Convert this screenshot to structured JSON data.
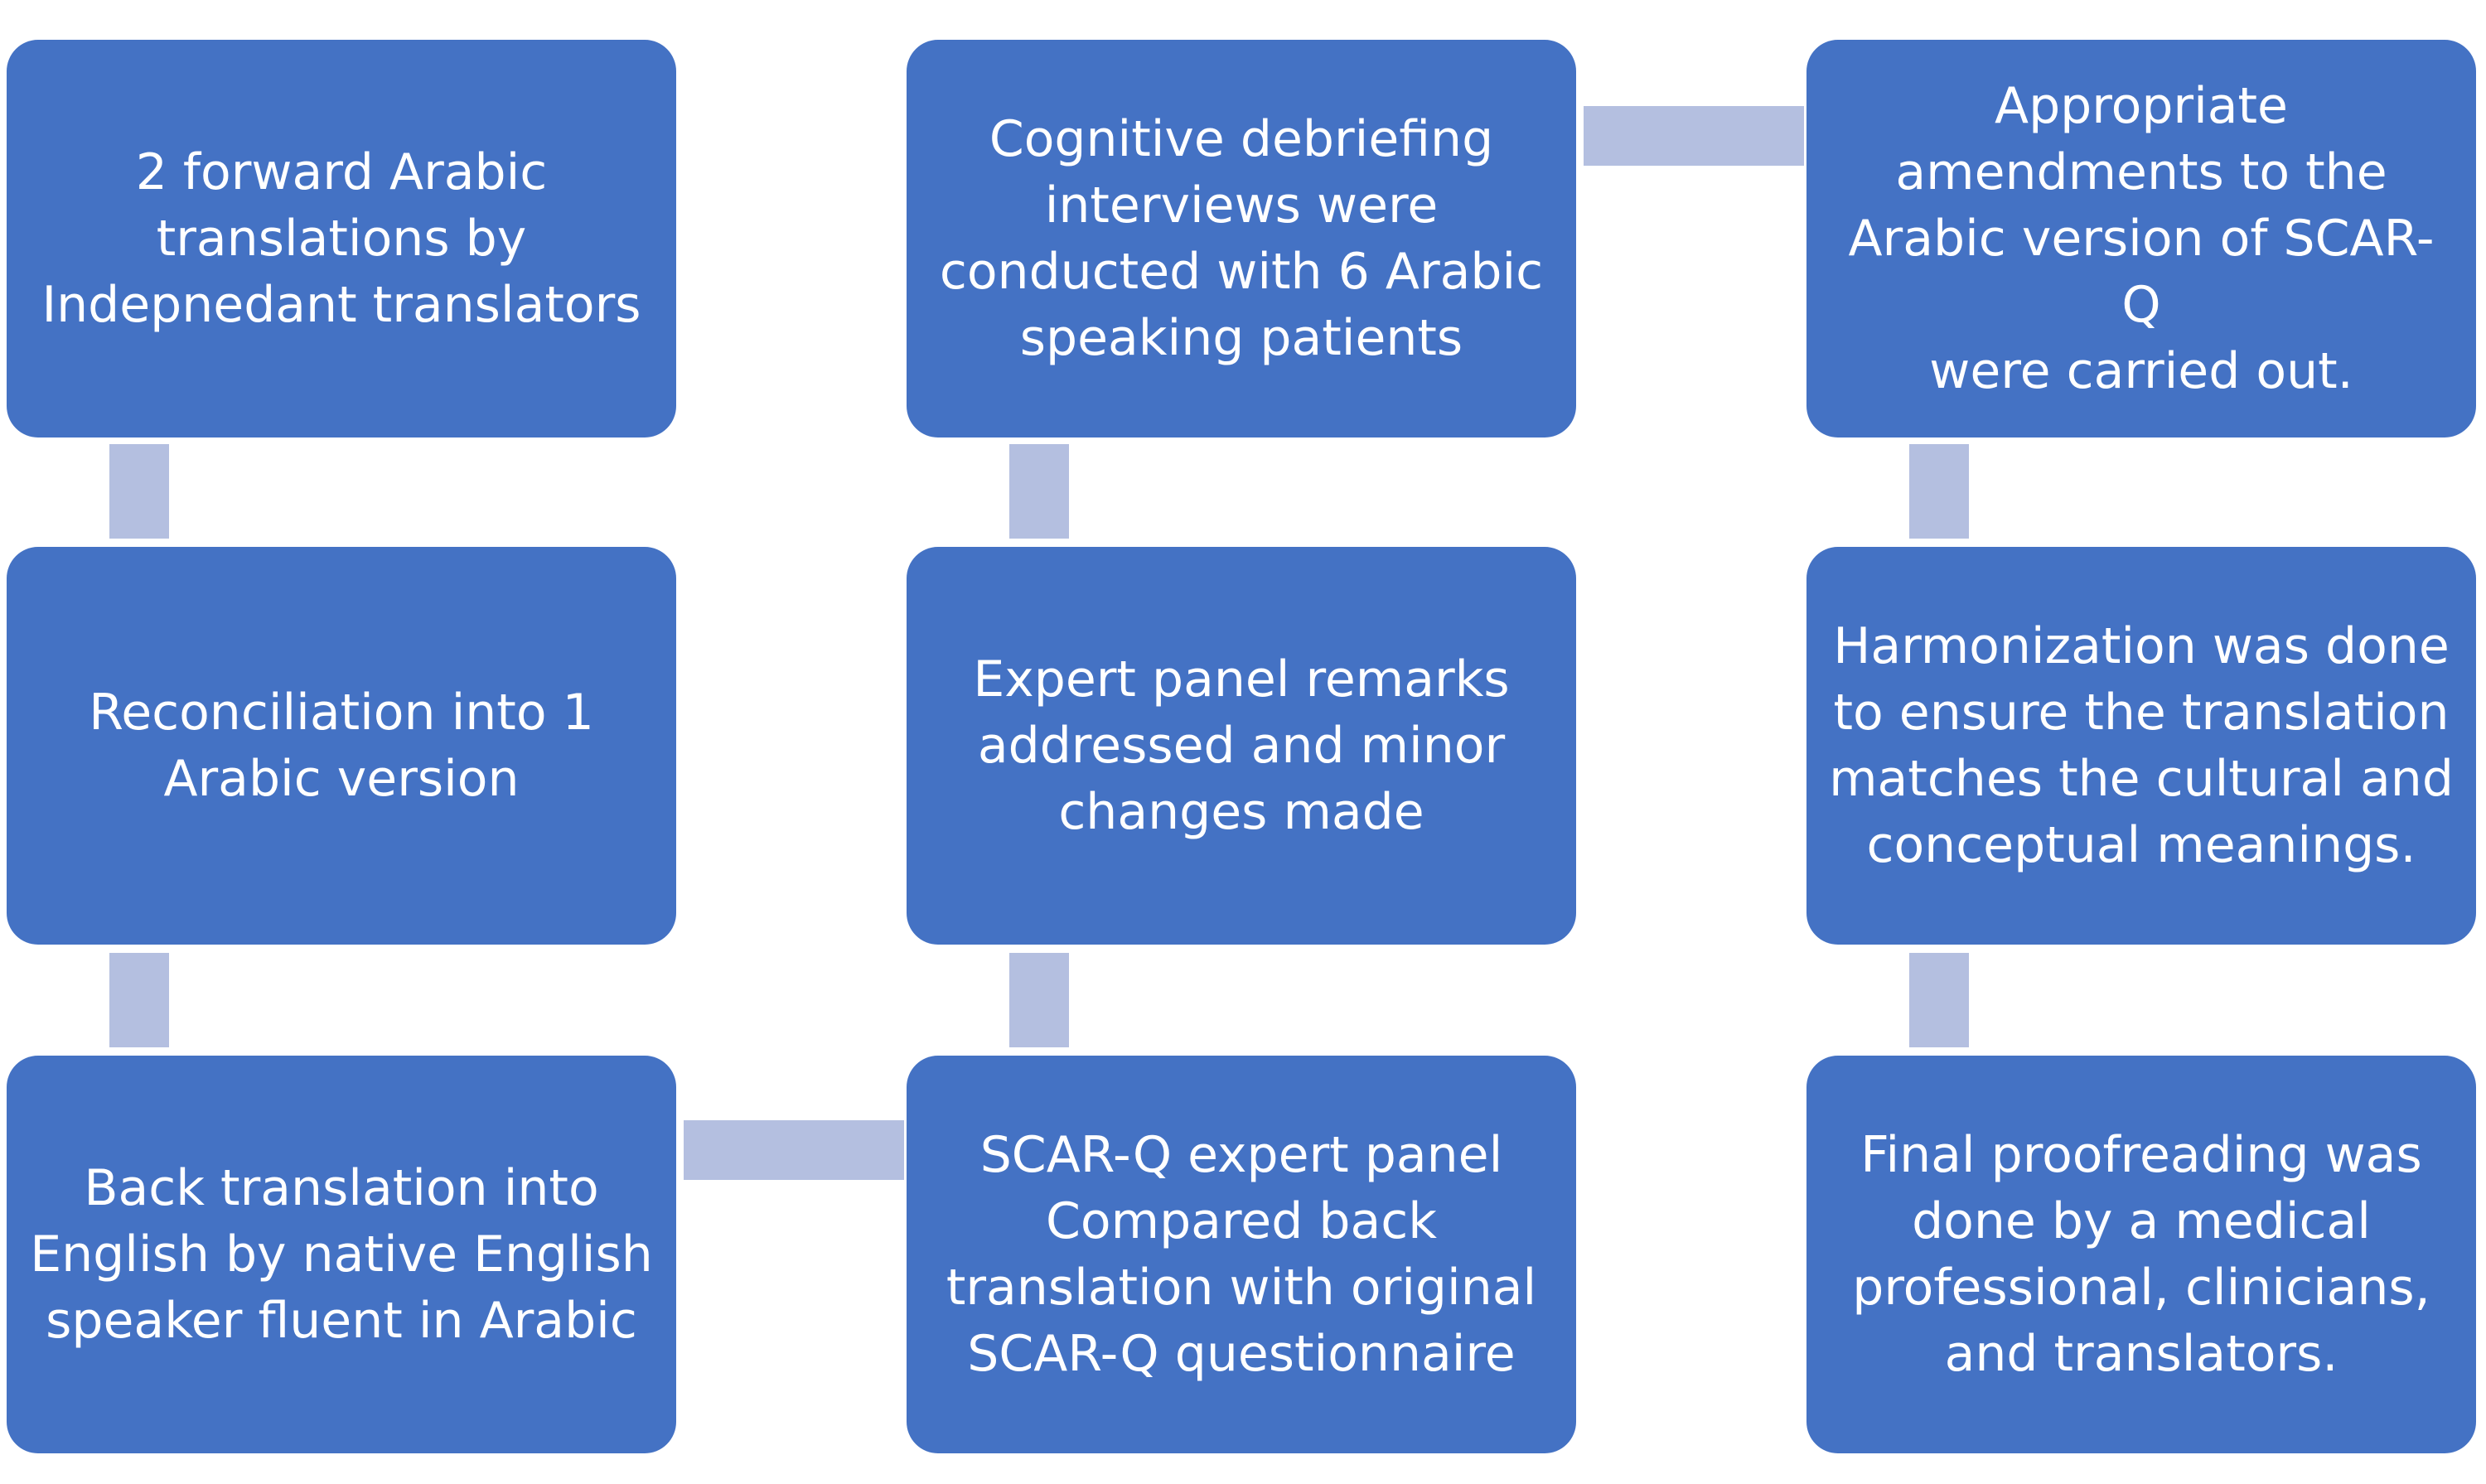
{
  "steps": [
    {
      "id": "step-1",
      "text": "2 forward Arabic\ntranslations by\nIndepnedant translators"
    },
    {
      "id": "step-2",
      "text": "Reconciliation into 1\nArabic version"
    },
    {
      "id": "step-3",
      "text": "Back translation into\nEnglish by native English\nspeaker fluent in Arabic"
    },
    {
      "id": "step-4",
      "text": "SCAR-Q expert panel\nCompared back\ntranslation with original\nSCAR-Q questionnaire"
    },
    {
      "id": "step-5",
      "text": "Expert panel remarks\naddressed and minor\nchanges made"
    },
    {
      "id": "step-6",
      "text": "Cognitive debriefing\ninterviews were\nconducted with 6 Arabic\nspeaking patients"
    },
    {
      "id": "step-7",
      "text": "Appropriate\namendments to the\nArabic version of SCAR-Q\nwere carried out."
    },
    {
      "id": "step-8",
      "text": "Harmonization was done\nto ensure the translation\nmatches the cultural and\nconceptual meanings."
    },
    {
      "id": "step-9",
      "text": "Final proofreading was\ndone by a medical\nprofessional, clinicians,\nand translators."
    }
  ],
  "colors": {
    "box_fill": "#4472c4",
    "box_text": "#ffffff",
    "connector": "#b4bfe0",
    "background": "#ffffff"
  }
}
